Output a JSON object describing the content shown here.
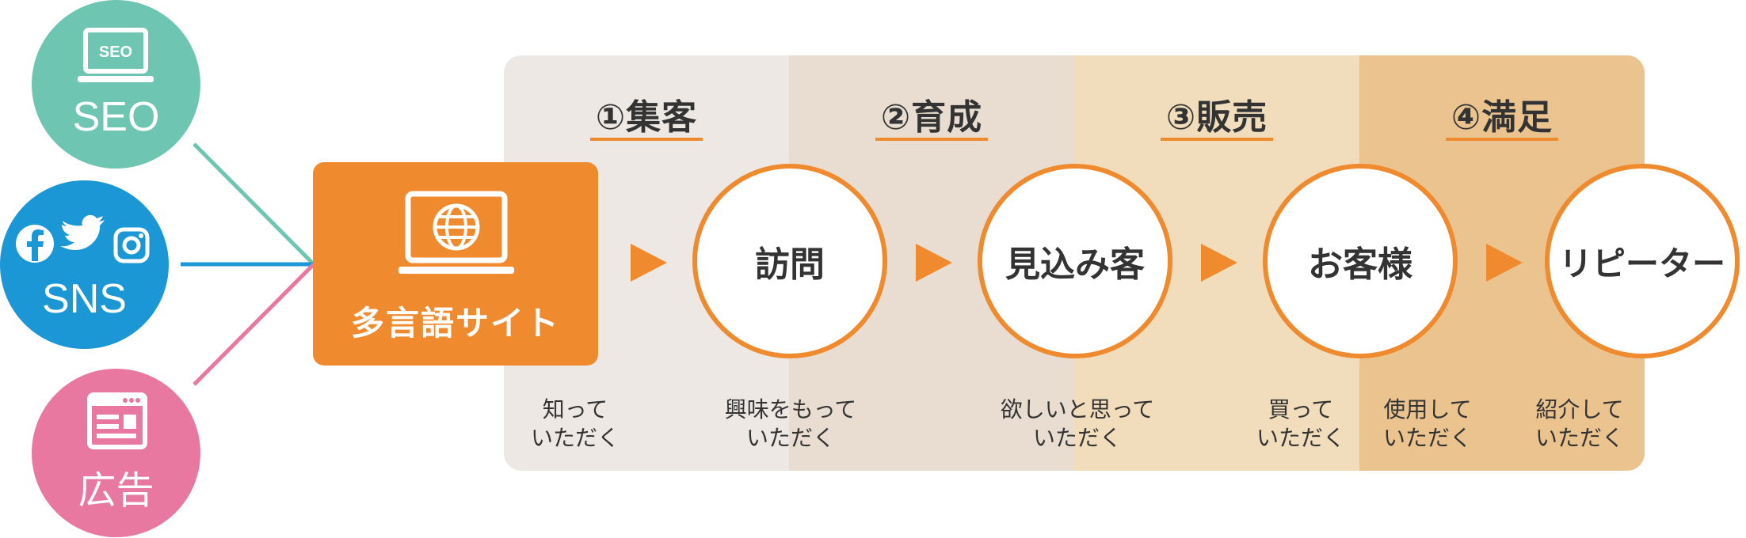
{
  "sources": [
    {
      "label": "SEO",
      "color": "#6ec6b2",
      "icon": "laptop-seo-icon",
      "icon_text": "SEO"
    },
    {
      "label": "SNS",
      "color": "#1c97d6",
      "icon": "social-media-icons"
    },
    {
      "label": "広告",
      "color": "#e878a0",
      "icon": "browser-ad-icon"
    }
  ],
  "site": {
    "label": "多言語サイト",
    "color": "#ef8a2e",
    "icon": "laptop-globe-icon"
  },
  "stages": [
    {
      "title": "①集客",
      "node": "訪問"
    },
    {
      "title": "②育成",
      "node": "見込み客"
    },
    {
      "title": "③販売",
      "node": "お客様"
    },
    {
      "title": "④満足",
      "node": "リピーター"
    }
  ],
  "descriptions": [
    {
      "line1": "知って",
      "line2": "いただく"
    },
    {
      "line1": "興味をもって",
      "line2": "いただく"
    },
    {
      "line1": "欲しいと思って",
      "line2": "いただく"
    },
    {
      "line1": "買って",
      "line2": "いただく"
    },
    {
      "line1": "使用して",
      "line2": "いただく"
    },
    {
      "line1": "紹介して",
      "line2": "いただく"
    }
  ],
  "colors": {
    "accent": "#ef8a2e",
    "band1": "#ede8e3",
    "band2": "#e8ddd0",
    "band3": "#f1dcbb",
    "band4": "#ebc38e"
  }
}
